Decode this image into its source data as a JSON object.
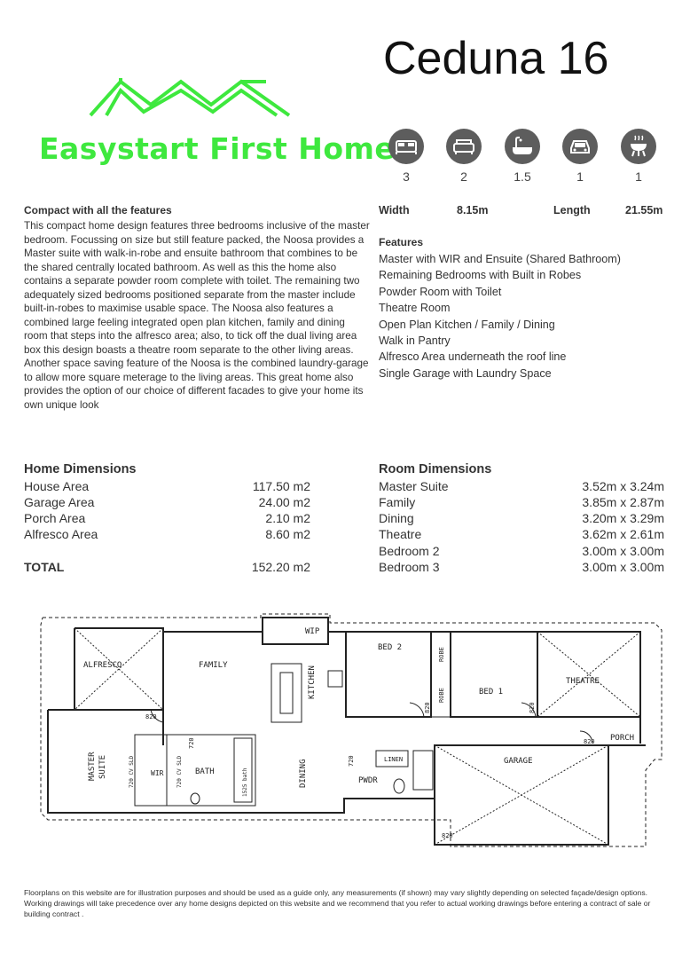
{
  "brand": {
    "name": "Easystart First Homes",
    "color": "#3ee83e"
  },
  "title": "Ceduna 16",
  "stats": [
    {
      "icon": "bed-icon",
      "value": "3"
    },
    {
      "icon": "sofa-icon",
      "value": "2"
    },
    {
      "icon": "bath-icon",
      "value": "1.5"
    },
    {
      "icon": "car-icon",
      "value": "1"
    },
    {
      "icon": "bbq-icon",
      "value": "1"
    }
  ],
  "summary": {
    "heading": "Compact with all the features",
    "text": "This compact home design features three bedrooms inclusive of the master bedroom.  Focussing on size but still feature packed, the Noosa provides a Master suite with walk-in-robe and ensuite bathroom that combines to be the shared centrally located bathroom.  As well as this the home also contains a separate powder room complete with toilet. The remaining two adequately sized bedrooms positioned separate from the master include built-in-robes to maximise usable space.  The Noosa also features a combined large feeling integrated open plan kitchen, family and dining room that steps into the alfresco area; also, to tick off the dual living area box this design boasts a theatre room separate to the other living areas.  Another space saving feature of the Noosa is the combined laundry-garage to allow more square meterage to the living areas.  This great home also provides the option of our choice of different facades to give your home its own unique look"
  },
  "size": {
    "width_label": "Width",
    "width_value": "8.15m",
    "length_label": "Length",
    "length_value": "21.55m"
  },
  "features": {
    "heading": "Features",
    "items": [
      "Master with WIR and Ensuite (Shared Bathroom)",
      "Remaining Bedrooms with Built in Robes",
      "Powder Room with Toilet",
      "Theatre Room",
      "Open Plan Kitchen / Family / Dining",
      "Walk in Pantry",
      "Alfresco Area underneath the roof line",
      "Single Garage with Laundry Space"
    ]
  },
  "home_dimensions": {
    "heading": "Home Dimensions",
    "rows": [
      {
        "label": "House Area",
        "value": "117.50 m2"
      },
      {
        "label": "Garage Area",
        "value": "24.00 m2"
      },
      {
        "label": "Porch Area",
        "value": "2.10 m2"
      },
      {
        "label": "Alfresco Area",
        "value": "8.60 m2"
      }
    ],
    "total_label": "TOTAL",
    "total_value": "152.20 m2"
  },
  "room_dimensions": {
    "heading": "Room Dimensions",
    "rows": [
      {
        "label": "Master Suite",
        "value": "3.52m x 3.24m"
      },
      {
        "label": "Family",
        "value": "3.85m x 2.87m"
      },
      {
        "label": "Dining",
        "value": "3.20m x 3.29m"
      },
      {
        "label": "Theatre",
        "value": "3.62m x 2.61m"
      },
      {
        "label": "Bedroom 2",
        "value": "3.00m x 3.00m"
      },
      {
        "label": "Bedroom 3",
        "value": "3.00m x 3.00m"
      }
    ]
  },
  "floorplan": {
    "rooms": {
      "alfresco": "ALFRESCO",
      "family": "FAMILY",
      "wip": "WIP",
      "kitchen": "KITCHEN",
      "bed2": "BED 2",
      "robe1": "ROBE",
      "robe2": "ROBE",
      "bed1": "BED 1",
      "theatre": "THEATRE",
      "porch": "PORCH",
      "master": "MASTER",
      "suite": "SUITE",
      "wir": "WIR",
      "bath": "BATH",
      "dining": "DINING",
      "linen": "LINEN",
      "pwdr": "PWDR",
      "garage": "GARAGE",
      "cv_slo_1": "720 CV SLD",
      "cv_slo_2": "720 CV SLD",
      "shower": "1525 bath"
    },
    "doors": {
      "d1": "820",
      "d2": "820",
      "d3": "820",
      "d4": "820",
      "d5": "820",
      "d6": "720",
      "d7": "720"
    }
  },
  "disclaimer": "Floorplans on this website are for illustration purposes and should be used as a guide only, any measurements (if shown) may vary slightly depending on selected façade/design options.  Working drawings will take precedence over any home designs depicted on this website and we recommend that you refer to actual working drawings before entering a contract of sale or building contract  ."
}
